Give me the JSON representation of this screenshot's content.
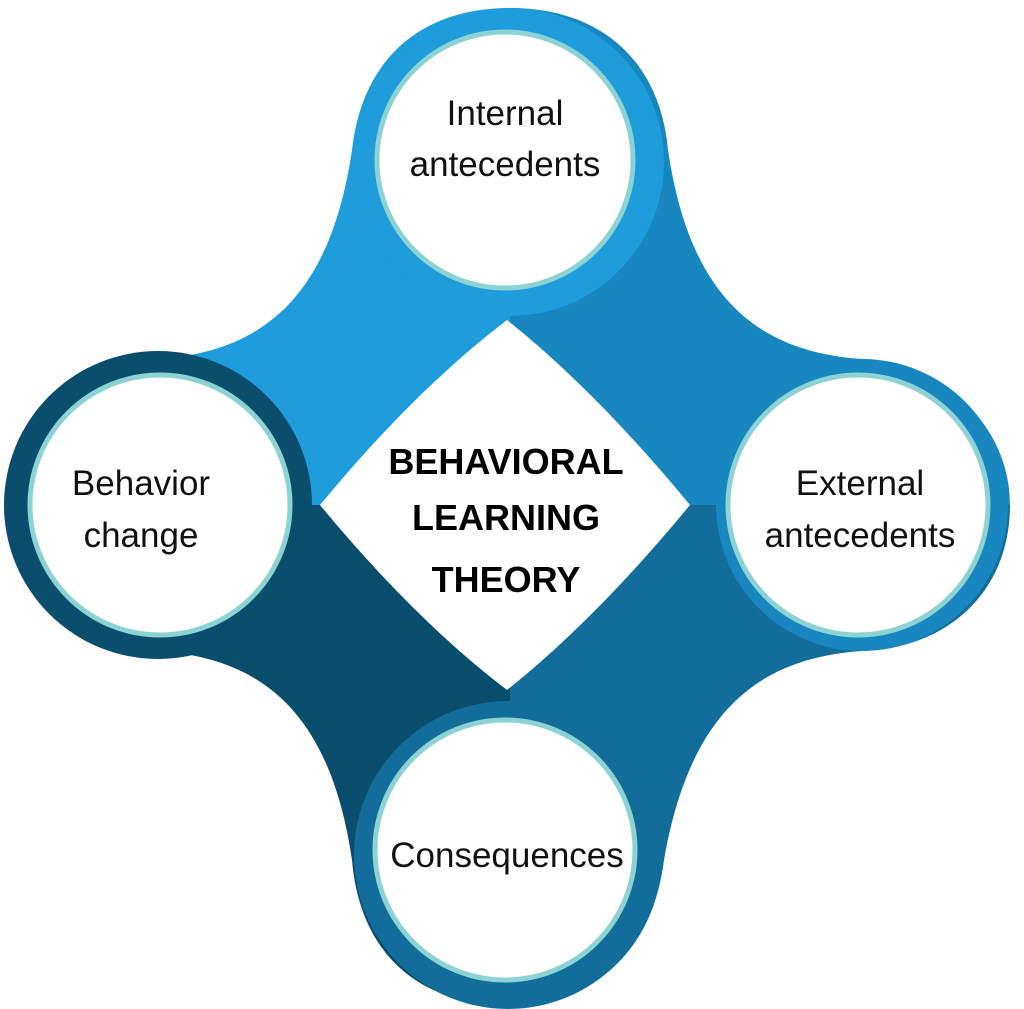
{
  "colors": {
    "quad_top_left": "#1e9cdb",
    "quad_top_right": "#1886bf",
    "quad_bottom_right": "#126d9a",
    "quad_bottom_left": "#0b4d6c",
    "ring_top": "#1e9cdb",
    "ring_right": "#1886bf",
    "ring_bottom": "#126d9a",
    "ring_left": "#0b4d6c",
    "circle_border": "#8dd3d3",
    "circle_fill": "#ffffff"
  },
  "center": {
    "line1": "BEHAVIORAL",
    "line2": "LEARNING",
    "line3": "THEORY"
  },
  "nodes": {
    "top": {
      "line1": "Internal",
      "line2": "antecedents"
    },
    "right": {
      "line1": "External",
      "line2": "antecedents"
    },
    "bottom": {
      "line1": "Consequences"
    },
    "left": {
      "line1": "Behavior",
      "line2": "change"
    }
  }
}
